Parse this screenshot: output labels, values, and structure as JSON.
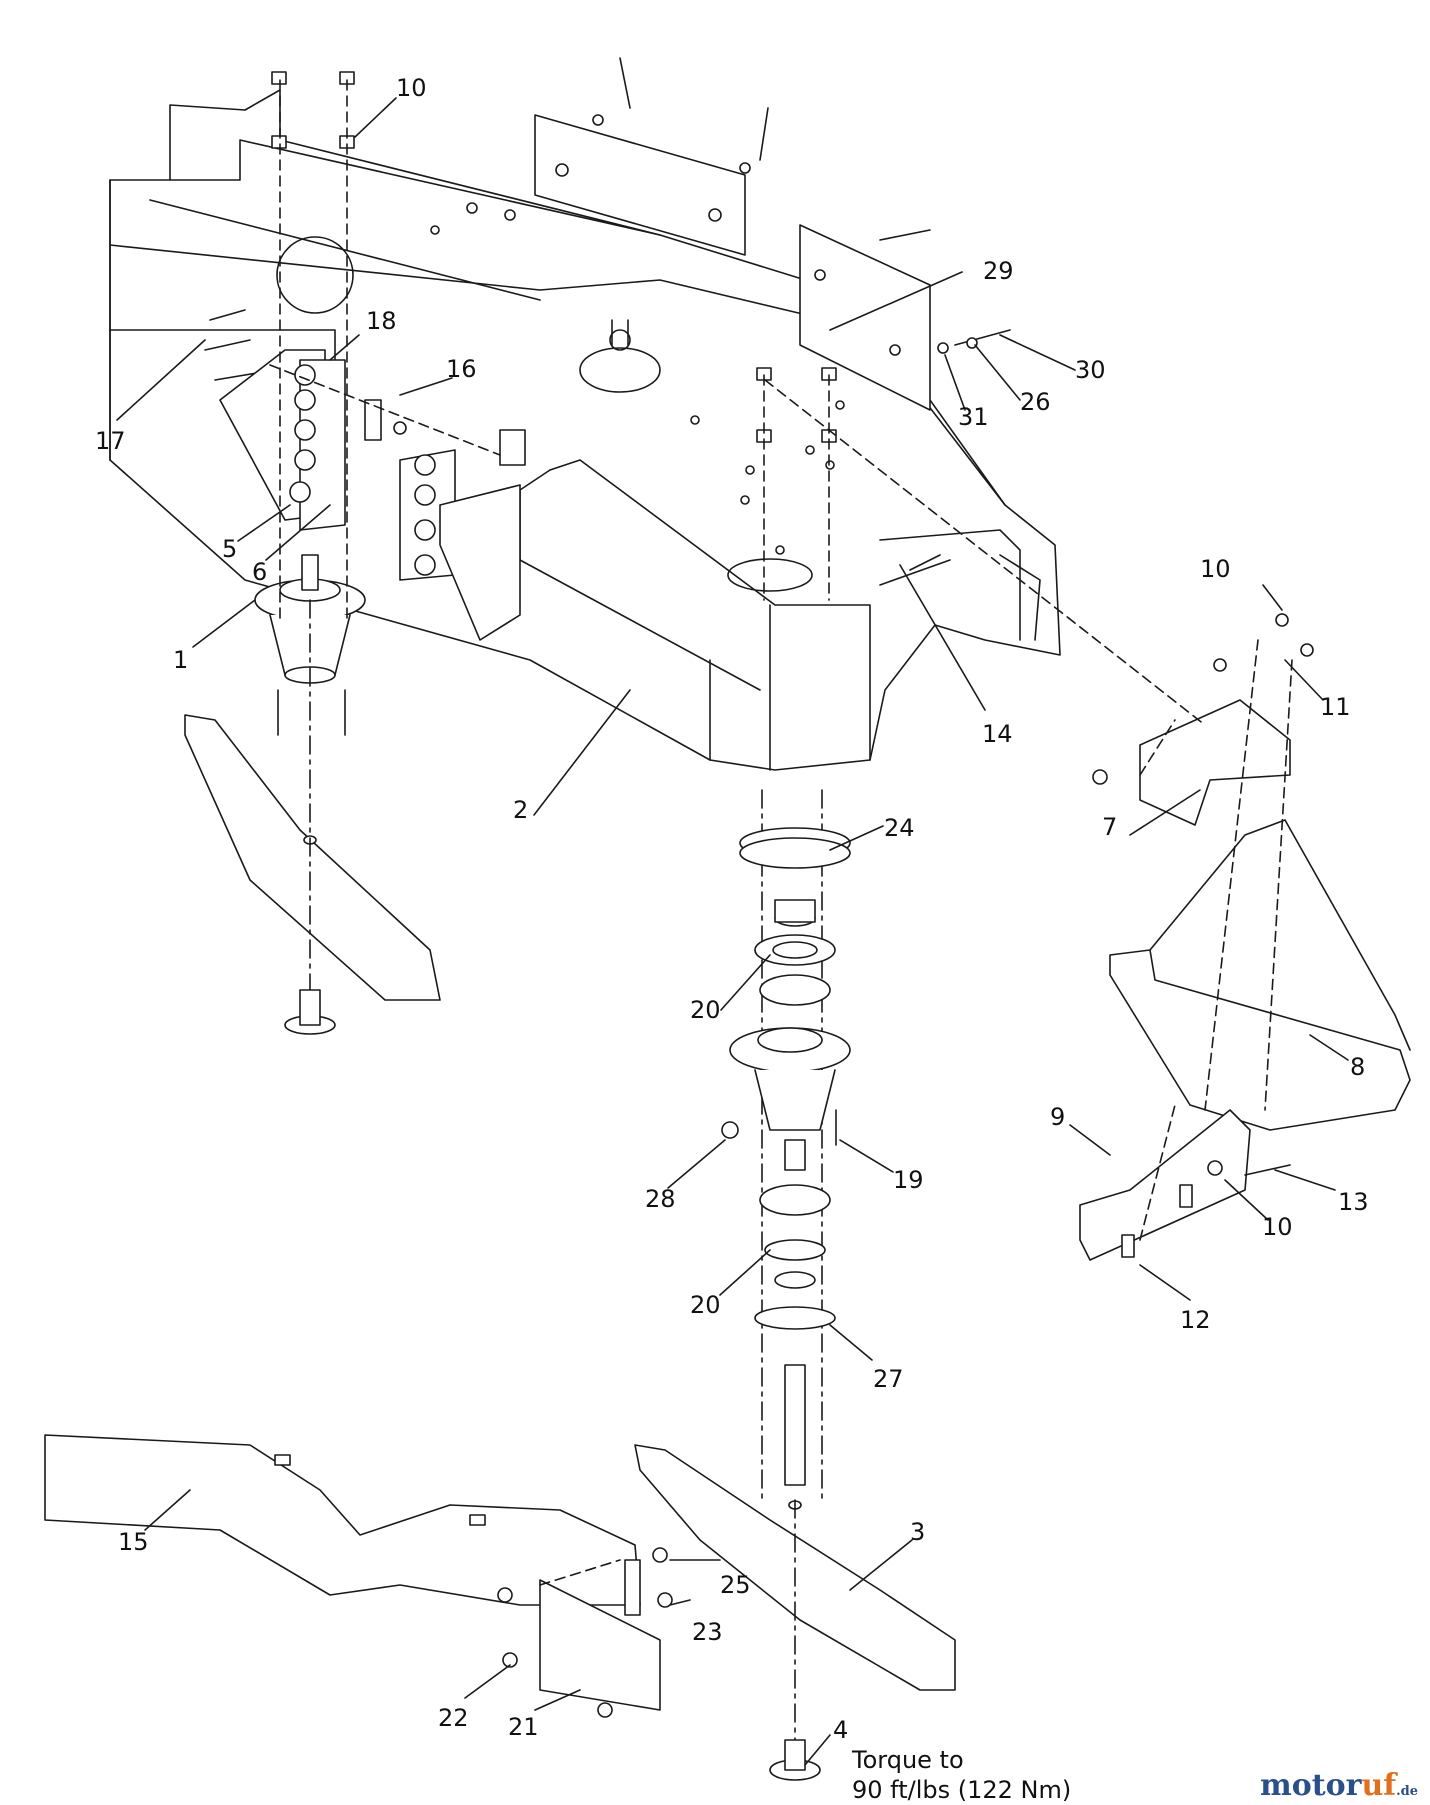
{
  "diagram": {
    "callouts": [
      "10",
      "29",
      "30",
      "26",
      "31",
      "18",
      "16",
      "17",
      "5",
      "6",
      "1",
      "14",
      "2",
      "10",
      "11",
      "7",
      "24",
      "20",
      "8",
      "9",
      "13",
      "10",
      "19",
      "28",
      "20",
      "12",
      "27",
      "3",
      "15",
      "25",
      "23",
      "22",
      "21",
      "4"
    ],
    "note": {
      "line1": "Torque to",
      "line2": "90 ft/lbs (122 Nm)"
    }
  },
  "watermark": {
    "main": "motor",
    "accent": "uf",
    "tld": ".de"
  },
  "colors": {
    "line": "#1a1a1a",
    "brand": "#2b4f8a",
    "brand_accent": "#e0701e"
  }
}
